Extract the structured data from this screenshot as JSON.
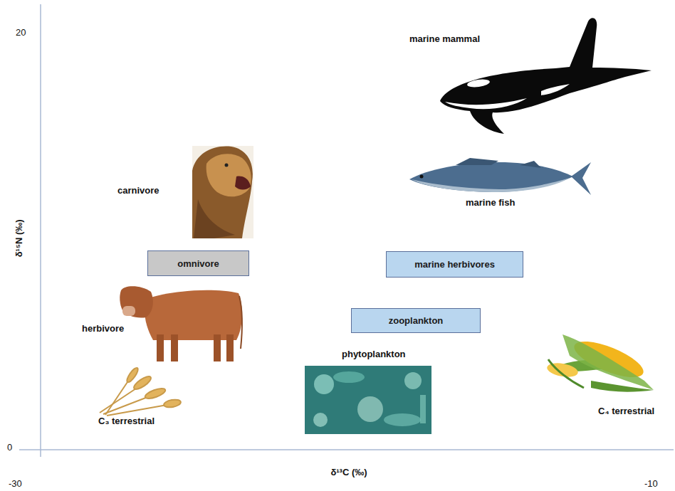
{
  "diagram": {
    "nodes": [
      {
        "text": [
          "omnivore"
        ]
      },
      {
        "text": [
          "marine herbivores"
        ]
      },
      {
        "text": [
          "zooplankton"
        ]
      }
    ],
    "labels": [
      "20",
      "marine mammal",
      "carnivore",
      "marine fish",
      "δ¹⁵N (‰)",
      "herbivore",
      "phytoplankton",
      "C₄ terrestrial",
      "C₃ terrestrial",
      "0",
      "δ¹³C (‰)",
      "-30",
      "-10"
    ]
  }
}
